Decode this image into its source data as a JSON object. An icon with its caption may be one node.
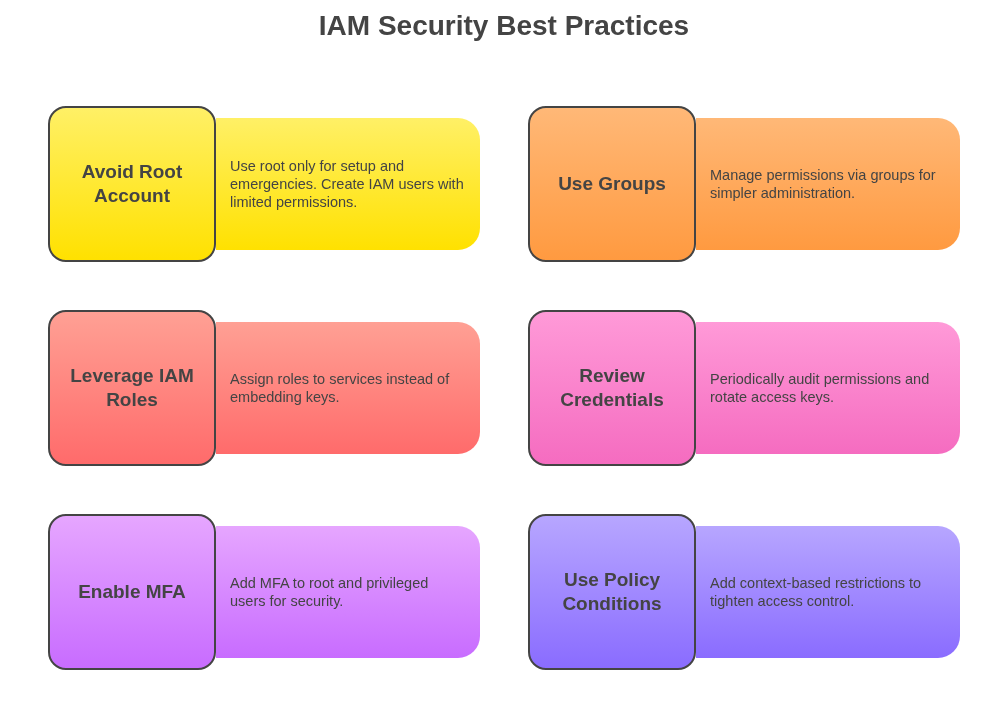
{
  "diagram": {
    "title": "IAM Security Best Practices",
    "nodes": [
      {
        "text": [
          "Avoid Root Account"
        ]
      },
      {
        "text": [
          "Use root only for setup and emergencies. Create IAM users with limited permissions."
        ]
      },
      {
        "text": [
          "Use Groups"
        ]
      },
      {
        "text": [
          "Manage permissions via groups for simpler administration."
        ]
      },
      {
        "text": [
          "Leverage IAM Roles"
        ]
      },
      {
        "text": [
          "Assign roles to services instead of embedding keys."
        ]
      },
      {
        "text": [
          "Review Credentials"
        ]
      },
      {
        "text": [
          "Periodically audit permissions and rotate access keys."
        ]
      },
      {
        "text": [
          "Enable MFA"
        ]
      },
      {
        "text": [
          "Add MFA to root and privileged users for security."
        ]
      },
      {
        "text": [
          "Use Policy Conditions"
        ]
      },
      {
        "text": [
          "Add context-based restrictions to tighten access control."
        ]
      }
    ],
    "edges": []
  }
}
